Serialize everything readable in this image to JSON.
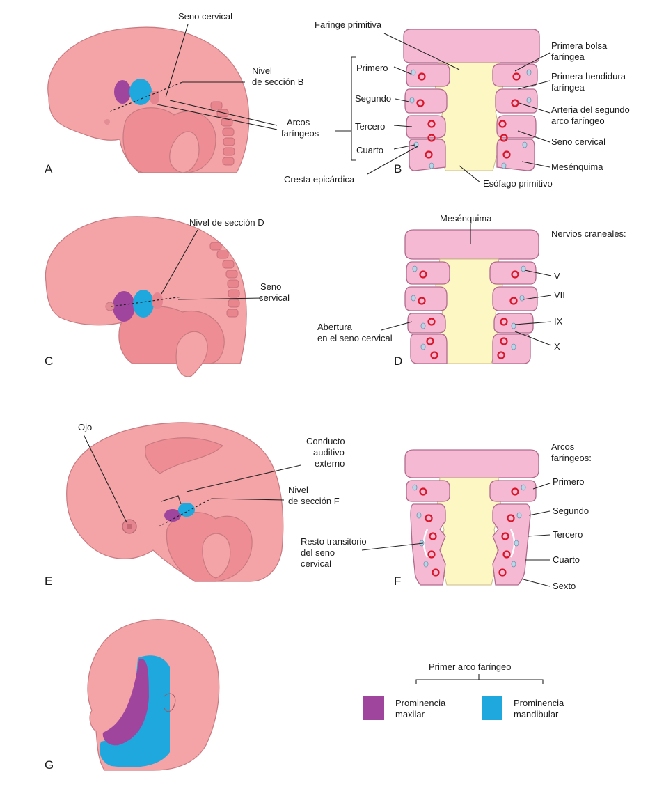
{
  "panels": {
    "A": {
      "letter": "A",
      "labels": {
        "seno_cervical": "Seno cervical",
        "nivel_1": "Nivel",
        "nivel_2": "de sección B",
        "arcos_1": "Arcos",
        "arcos_2": "faríngeos"
      }
    },
    "B": {
      "letter": "B",
      "labels": {
        "faringe": "Faringe primitiva",
        "primero": "Primero",
        "segundo": "Segundo",
        "tercero": "Tercero",
        "cuarto": "Cuarto",
        "cresta": "Cresta epicárdica",
        "esofago": "Esófago primitivo",
        "bolsa_1": "Primera bolsa",
        "bolsa_2": "faríngea",
        "hend_1": "Primera hendidura",
        "hend_2": "faríngea",
        "arteria_1": "Arteria del segundo",
        "arteria_2": "arco faríngeo",
        "seno": "Seno cervical",
        "mesenquima": "Mesénquima"
      }
    },
    "C": {
      "letter": "C",
      "labels": {
        "nivel": "Nivel de sección D",
        "seno_1": "Seno",
        "seno_2": "cervical"
      }
    },
    "D": {
      "letter": "D",
      "labels": {
        "mesenquima": "Mesénquima",
        "nervios": "Nervios craneales:",
        "v": "V",
        "vii": "VII",
        "ix": "IX",
        "x": "X",
        "abertura_1": "Abertura",
        "abertura_2": "en el seno cervical"
      }
    },
    "E": {
      "letter": "E",
      "labels": {
        "ojo": "Ojo",
        "conducto_1": "Conducto",
        "conducto_2": "auditivo",
        "conducto_3": "externo",
        "nivel_1": "Nivel",
        "nivel_2": "de sección F"
      }
    },
    "F": {
      "letter": "F",
      "labels": {
        "arcos_1": "Arcos",
        "arcos_2": "faríngeos:",
        "primero": "Primero",
        "segundo": "Segundo",
        "tercero": "Tercero",
        "cuarto": "Cuarto",
        "sexto": "Sexto",
        "resto_1": "Resto transitorio",
        "resto_2": "del seno",
        "resto_3": "cervical"
      }
    },
    "G": {
      "letter": "G"
    }
  },
  "legend": {
    "title": "Primer arco faríngeo",
    "maxilar_1": "Prominencia",
    "maxilar_2": "maxilar",
    "mandibular_1": "Prominencia",
    "mandibular_2": "mandibular",
    "colors": {
      "maxilar": "#a0459e",
      "mandibular": "#1ea8de"
    }
  }
}
